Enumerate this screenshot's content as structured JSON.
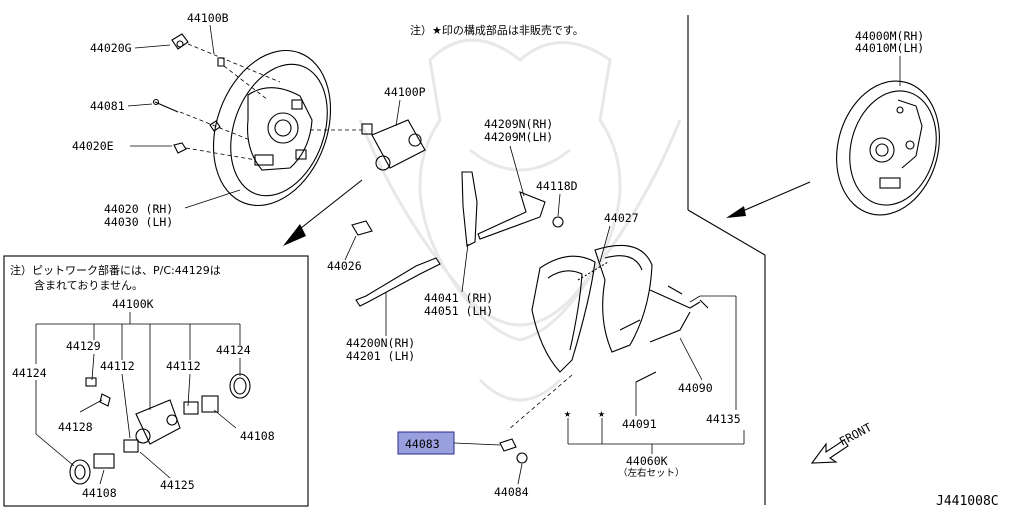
{
  "header_note": "注）★印の構成部品は非販売です。",
  "inset_note_line1": "注）ピットワーク部番には、P/C:44129は",
  "inset_note_line2": "含まれておりません。",
  "diagram_id": "J441008C",
  "front_label": "FRONT",
  "star": "★",
  "highlight_color": "#9aa0dd",
  "labels": {
    "p44100B": "44100B",
    "p44020G": "44020G",
    "p44081": "44081",
    "p44020E": "44020E",
    "p44020": "44020 (RH)",
    "p44030": "44030 (LH)",
    "p44100P": "44100P",
    "p44209N": "44209N(RH)",
    "p44209M": "44209M(LH)",
    "p44118D": "44118D",
    "p44027": "44027",
    "p44026": "44026",
    "p44041": "44041 (RH)",
    "p44051": "44051 (LH)",
    "p44200N": "44200N(RH)",
    "p44201": "44201  (LH)",
    "p44090": "44090",
    "p44091": "44091",
    "p44135": "44135",
    "p44083": "44083",
    "p44084": "44084",
    "p44060K": "44060K",
    "p44060K_sub": "（左右セット）",
    "p44000M": "44000M(RH)",
    "p44010M": "44010M(LH)",
    "p44100K": "44100K",
    "p44129": "44129",
    "p44112a": "44112",
    "p44112b": "44112",
    "p44124a": "44124",
    "p44124b": "44124",
    "p44128": "44128",
    "p44108a": "44108",
    "p44108b": "44108",
    "p44125": "44125"
  }
}
